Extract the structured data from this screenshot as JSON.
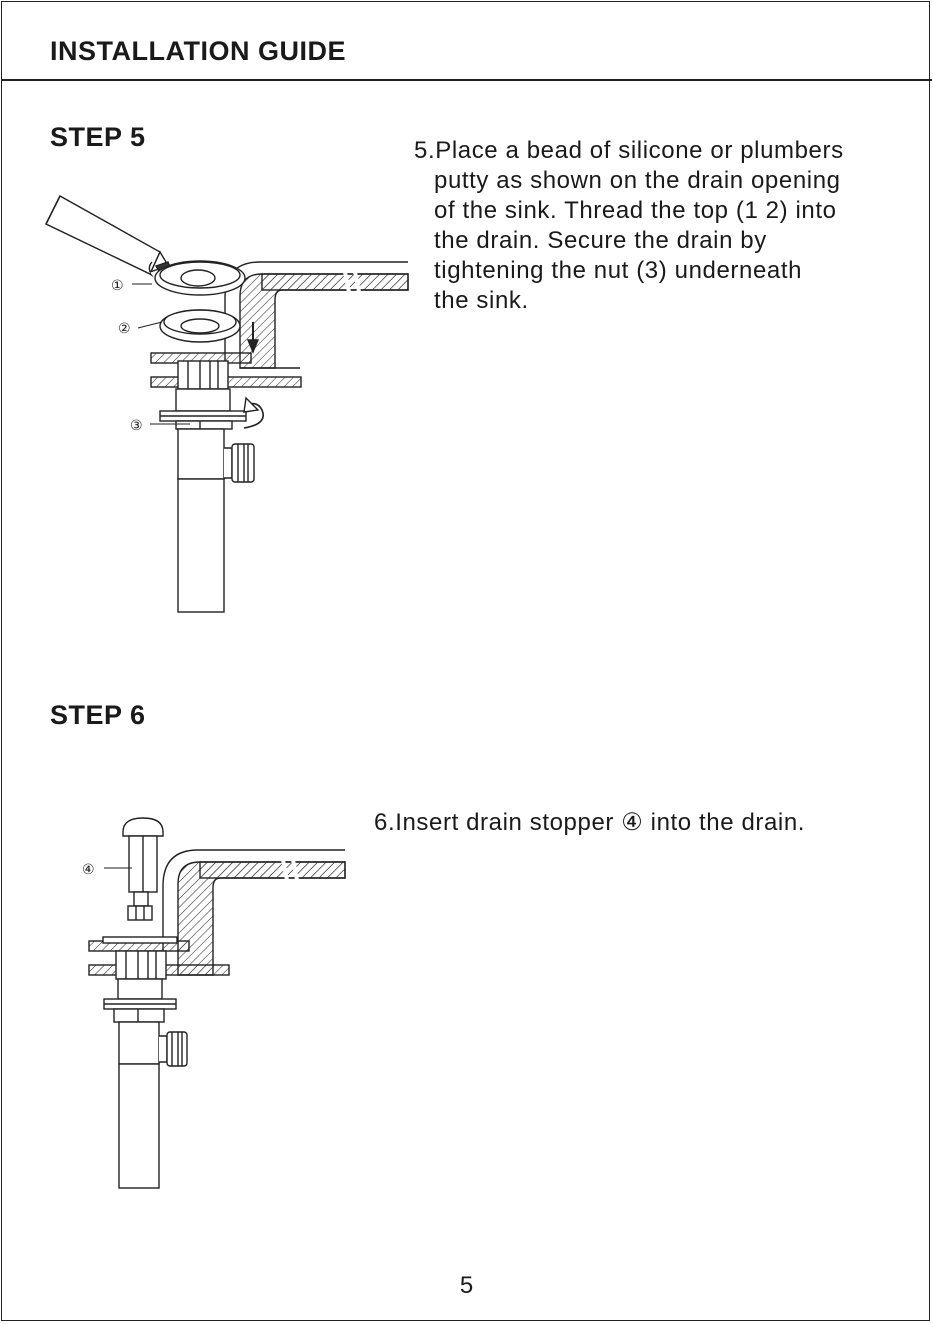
{
  "header": {
    "title": "INSTALLATION GUIDE"
  },
  "step5": {
    "title": "STEP 5",
    "lines": [
      "5.Place a bead of silicone or plumbers",
      "putty as shown on the drain opening",
      "of the sink. Thread the top (1 2) into",
      "the drain. Secure the drain by",
      "tightening the nut (3) underneath",
      "the sink."
    ],
    "callouts": [
      "①",
      "②",
      "③"
    ]
  },
  "step6": {
    "title": "STEP 6",
    "text": "6.Insert drain stopper ④ into the drain.",
    "callouts": [
      "④"
    ]
  },
  "footer": {
    "page_number": "5"
  }
}
